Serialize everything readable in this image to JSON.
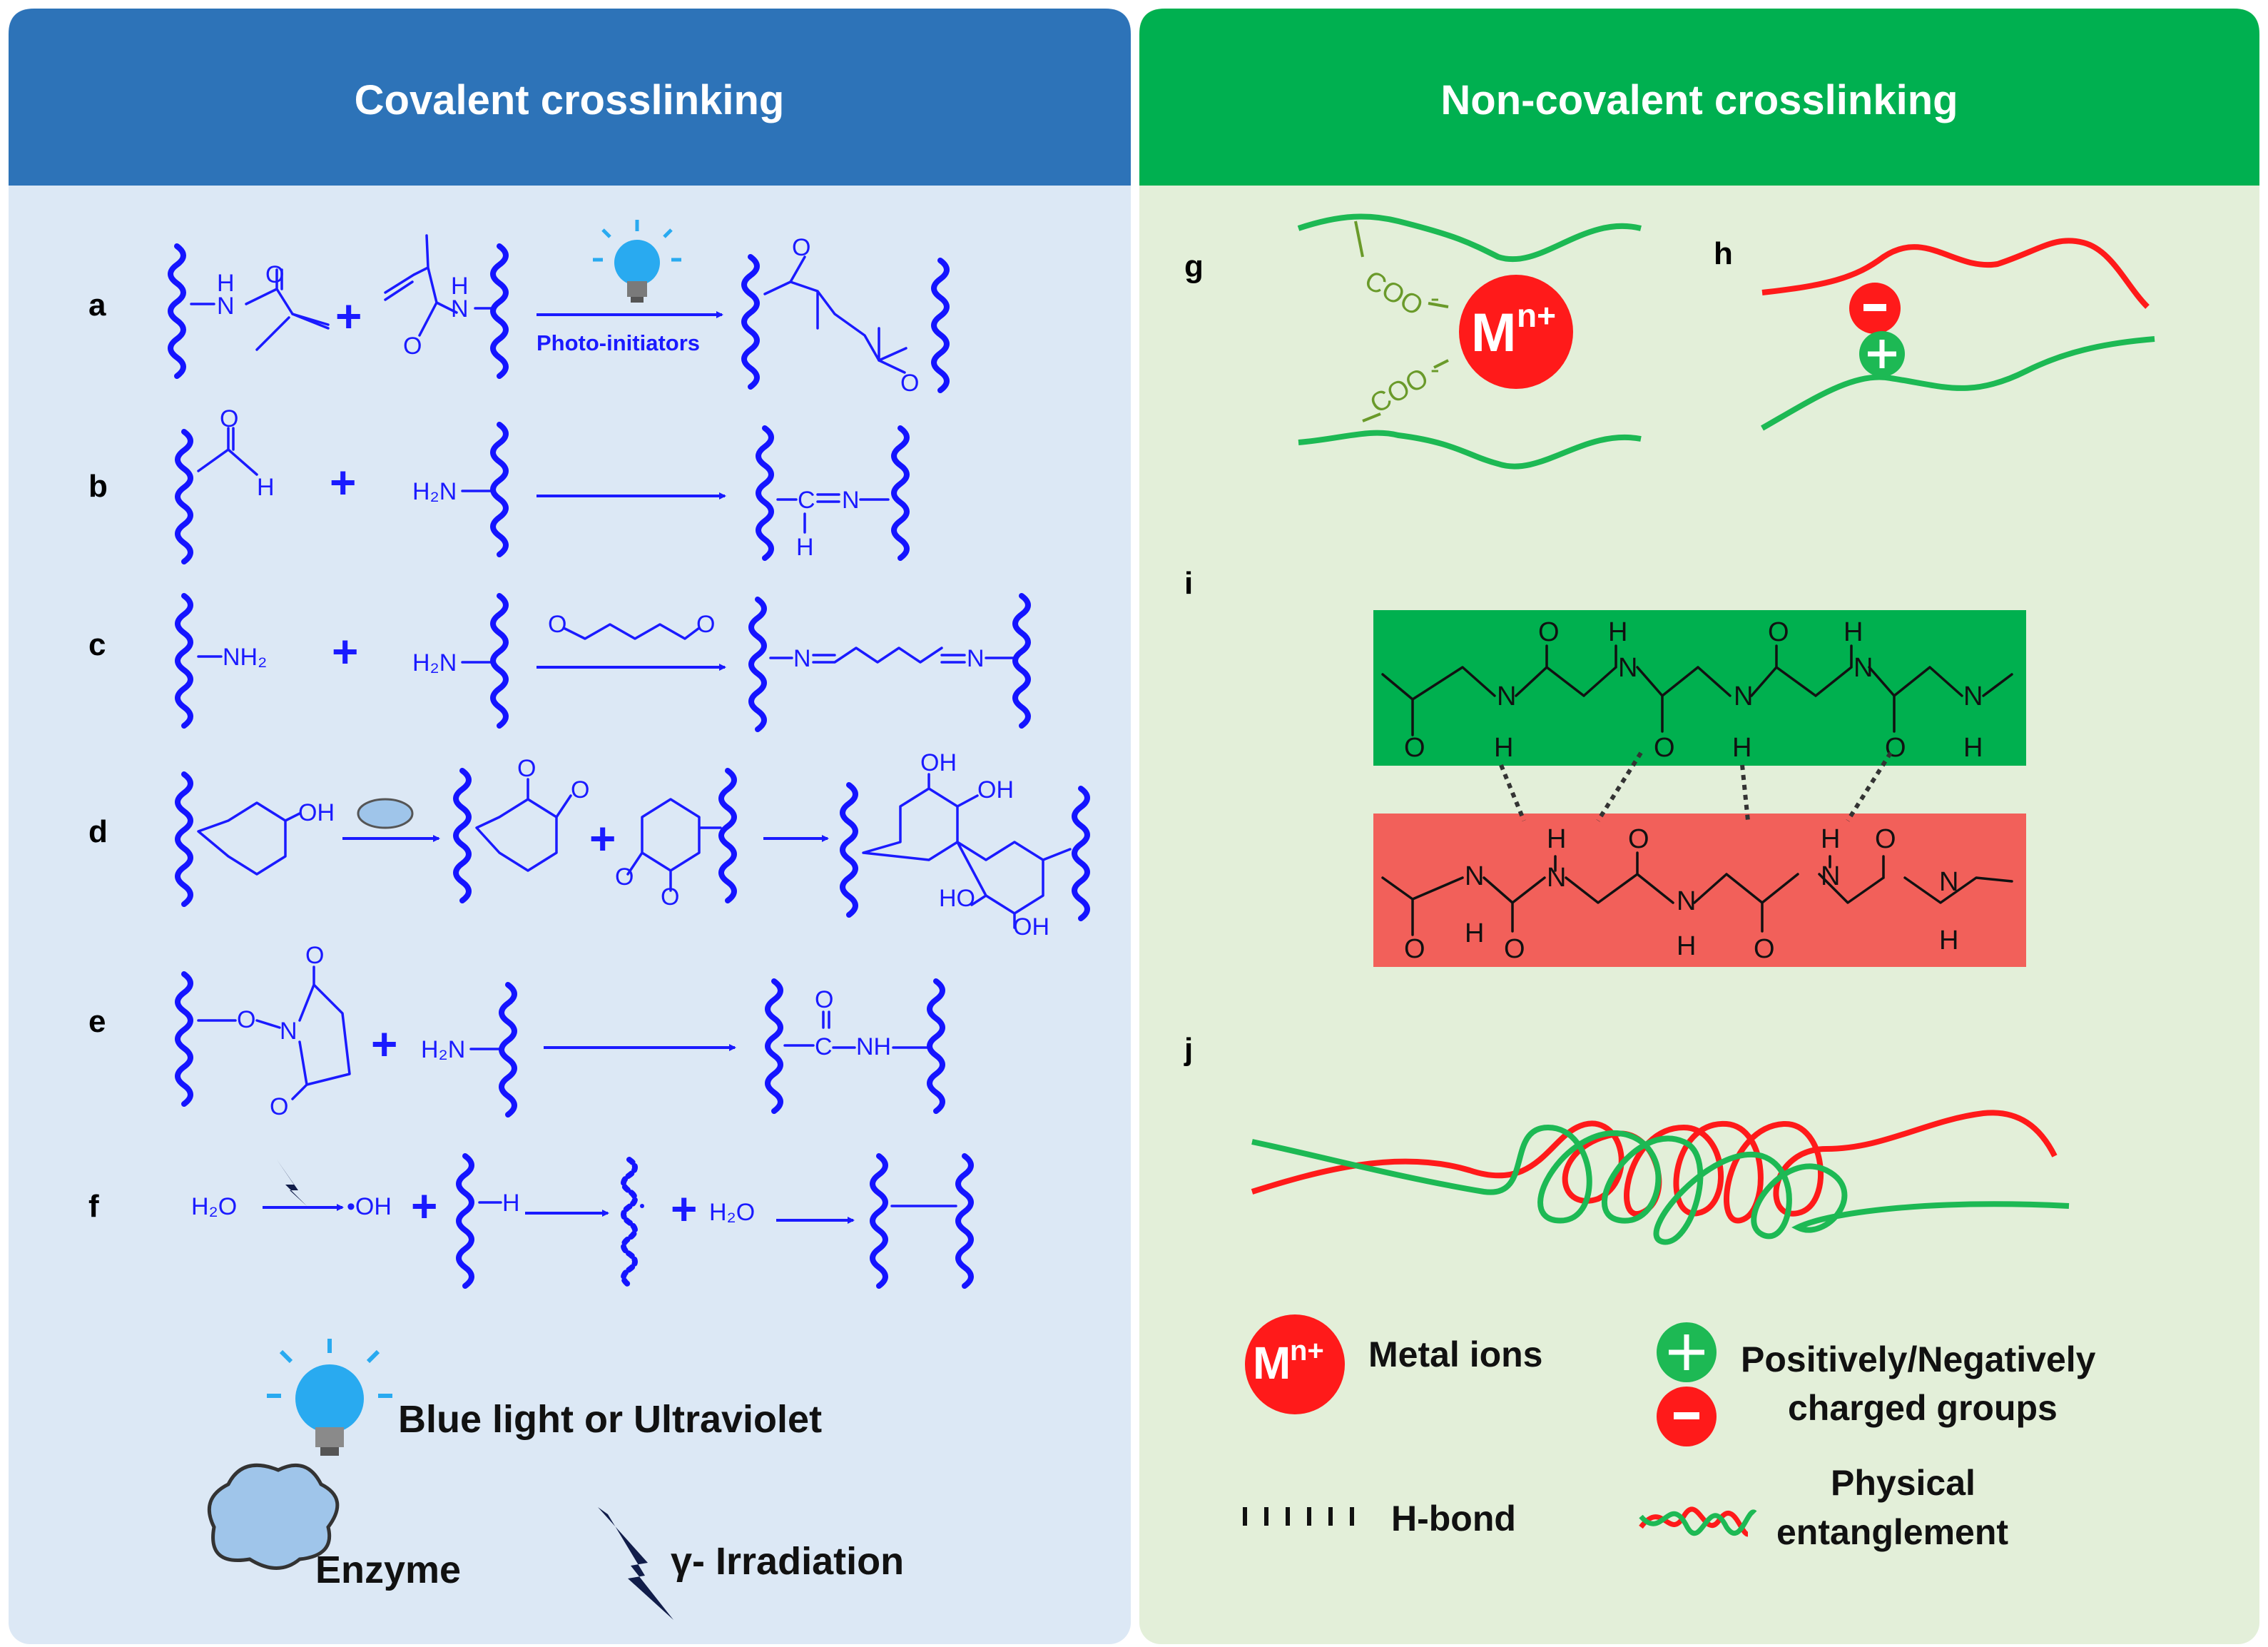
{
  "colors": {
    "covalent_header": "#2d73b8",
    "covalent_bg": "#dce8f5",
    "noncovalent_header": "#00b050",
    "noncovalent_bg": "#e3efd9",
    "chem_blue": "#1a1aff",
    "polymer_red": "#ff1a1a",
    "polymer_green": "#1db954",
    "hbond_green_box": "#00b04f",
    "hbond_red_box": "#f2605a",
    "bulb_blue": "#29aaf0"
  },
  "covalent": {
    "title": "Covalent crosslinking",
    "rows": {
      "a": {
        "letter": "a",
        "arrow_label": "Photo-initiators"
      },
      "b": {
        "letter": "b"
      },
      "c": {
        "letter": "c"
      },
      "d": {
        "letter": "d"
      },
      "e": {
        "letter": "e"
      },
      "f": {
        "letter": "f"
      }
    },
    "legend": {
      "light": "Blue light or Ultraviolet",
      "enzyme": "Enzyme",
      "irradiation": "γ- Irradiation"
    }
  },
  "noncovalent": {
    "title": "Non-covalent crosslinking",
    "panels": {
      "g": "g",
      "h": "h",
      "i": "i",
      "j": "j"
    },
    "metal_symbol": "M",
    "metal_charge": "n+",
    "coo": "COO",
    "legend": {
      "metal_ions": "Metal ions",
      "charged_line1": "Positively/Negatively",
      "charged_line2": "charged groups",
      "hbond": "H-bond",
      "entangle_line1": "Physical",
      "entangle_line2": "entanglement"
    }
  },
  "icons": [
    "light-bulb-icon",
    "enzyme-cloud-icon",
    "lightning-bolt-icon",
    "plus-circle-icon",
    "minus-circle-icon"
  ]
}
